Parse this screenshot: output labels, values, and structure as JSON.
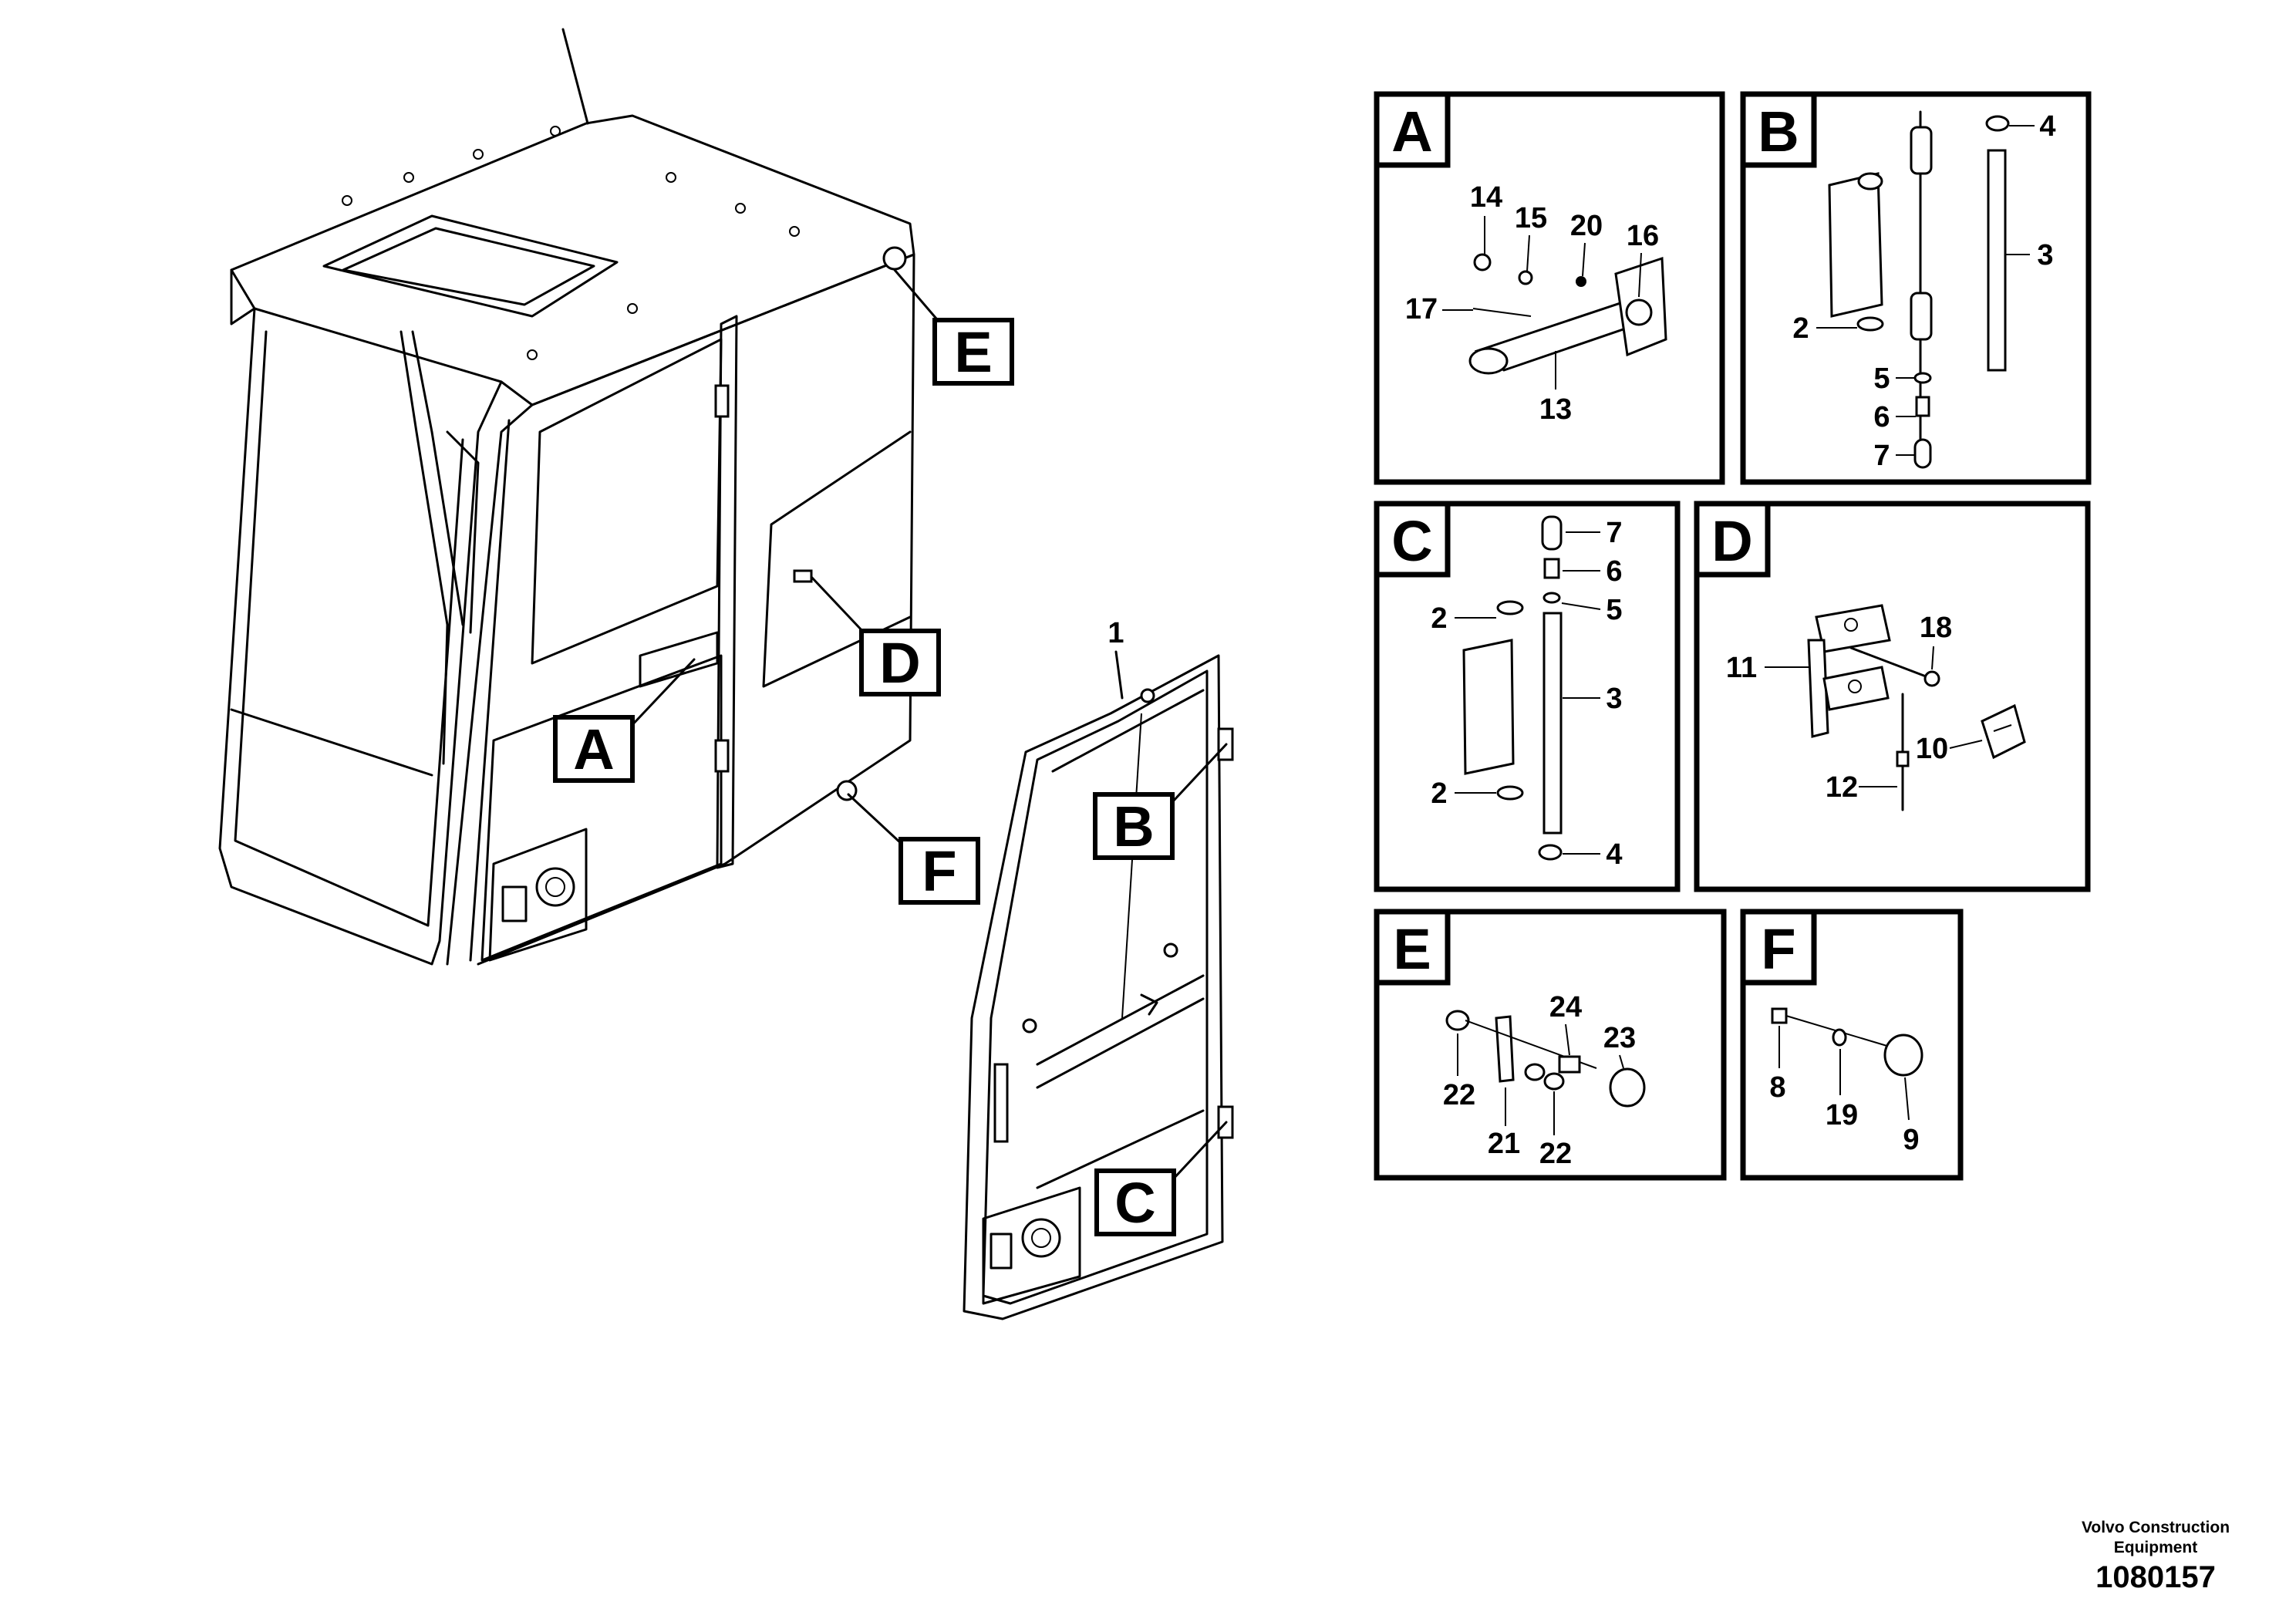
{
  "callouts": {
    "A": "A",
    "B": "B",
    "C": "C",
    "D": "D",
    "E": "E",
    "F": "F",
    "door": "1"
  },
  "panels": [
    {
      "id": "A",
      "label": "A",
      "parts": [
        "14",
        "15",
        "20",
        "16",
        "17",
        "13"
      ]
    },
    {
      "id": "B",
      "label": "B",
      "parts": [
        "4",
        "3",
        "2",
        "5",
        "6",
        "7"
      ]
    },
    {
      "id": "C",
      "label": "C",
      "parts": [
        "7",
        "6",
        "5",
        "2",
        "3",
        "2",
        "4"
      ]
    },
    {
      "id": "D",
      "label": "D",
      "parts": [
        "11",
        "18",
        "10",
        "12"
      ]
    },
    {
      "id": "E",
      "label": "E",
      "parts": [
        "24",
        "23",
        "22",
        "21",
        "22"
      ]
    },
    {
      "id": "F",
      "label": "F",
      "parts": [
        "8",
        "19",
        "9"
      ]
    }
  ],
  "footer": {
    "company_line1": "Volvo Construction",
    "company_line2": "Equipment",
    "ref_number": "1080157"
  }
}
